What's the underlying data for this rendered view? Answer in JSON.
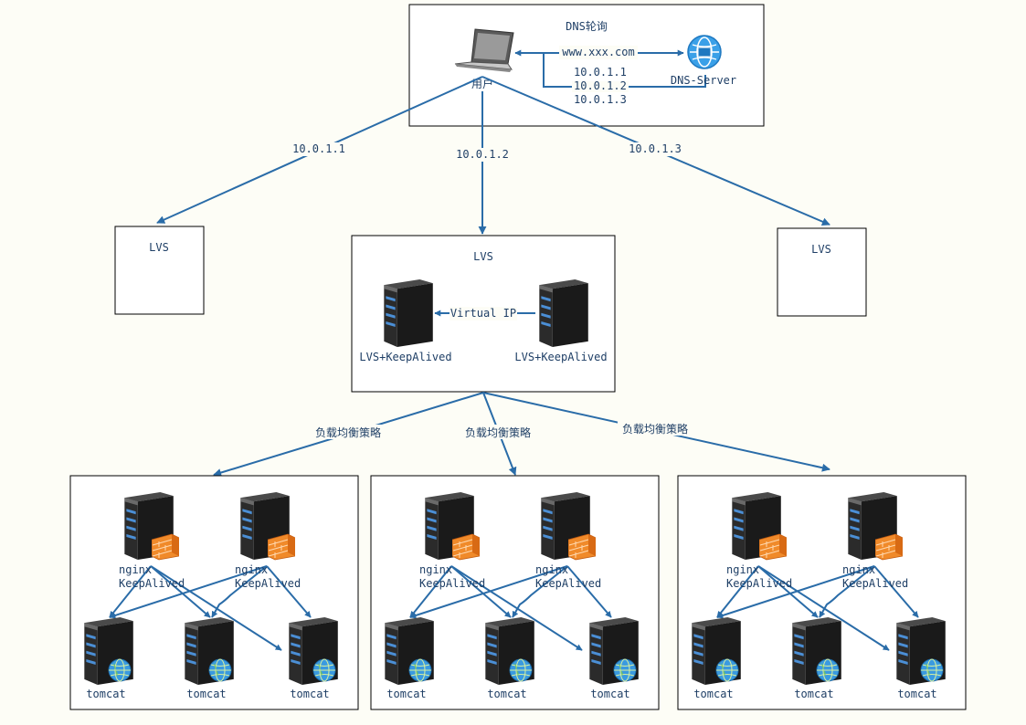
{
  "dns_area": {
    "title": "DNS轮询",
    "user_label": "用户",
    "domain": "www.xxx.com",
    "dns_server_label": "DNS-Server",
    "ip_list": [
      "10.0.1.1",
      "10.0.1.2",
      "10.0.1.3"
    ]
  },
  "routes": {
    "left_ip": "10.0.1.1",
    "center_ip": "10.0.1.2",
    "right_ip": "10.0.1.3"
  },
  "lvs": {
    "left_title": "LVS",
    "center_title": "LVS",
    "right_title": "LVS",
    "virtual_ip_label": "Virtual IP",
    "node_left_label": "LVS+KeepAlived",
    "node_right_label": "LVS+KeepAlived"
  },
  "load_balance": {
    "left_label": "负载均衡策略",
    "center_label": "负载均衡策略",
    "right_label": "负载均衡策略"
  },
  "clusters": [
    {
      "nginx": [
        {
          "line1": "nginx",
          "line2": "KeepAlived"
        },
        {
          "line1": "nginx",
          "line2": "KeepAlived"
        }
      ],
      "tomcats": [
        "tomcat",
        "tomcat",
        "tomcat"
      ]
    },
    {
      "nginx": [
        {
          "line1": "nginx",
          "line2": "KeepAlived"
        },
        {
          "line1": "nginx",
          "line2": "KeepAlived"
        }
      ],
      "tomcats": [
        "tomcat",
        "tomcat",
        "tomcat"
      ]
    },
    {
      "nginx": [
        {
          "line1": "nginx",
          "line2": "KeepAlived"
        },
        {
          "line1": "nginx",
          "line2": "KeepAlived"
        }
      ],
      "tomcats": [
        "tomcat",
        "tomcat",
        "tomcat"
      ]
    }
  ],
  "colors": {
    "edge": "#2a6ca8",
    "label_text": "#1f3f66",
    "background": "#fdfdf6",
    "globe": "#3a9ae0"
  },
  "icons": [
    "laptop-icon",
    "dns-server-icon",
    "server-icon",
    "firewall-icon",
    "globe-icon"
  ]
}
